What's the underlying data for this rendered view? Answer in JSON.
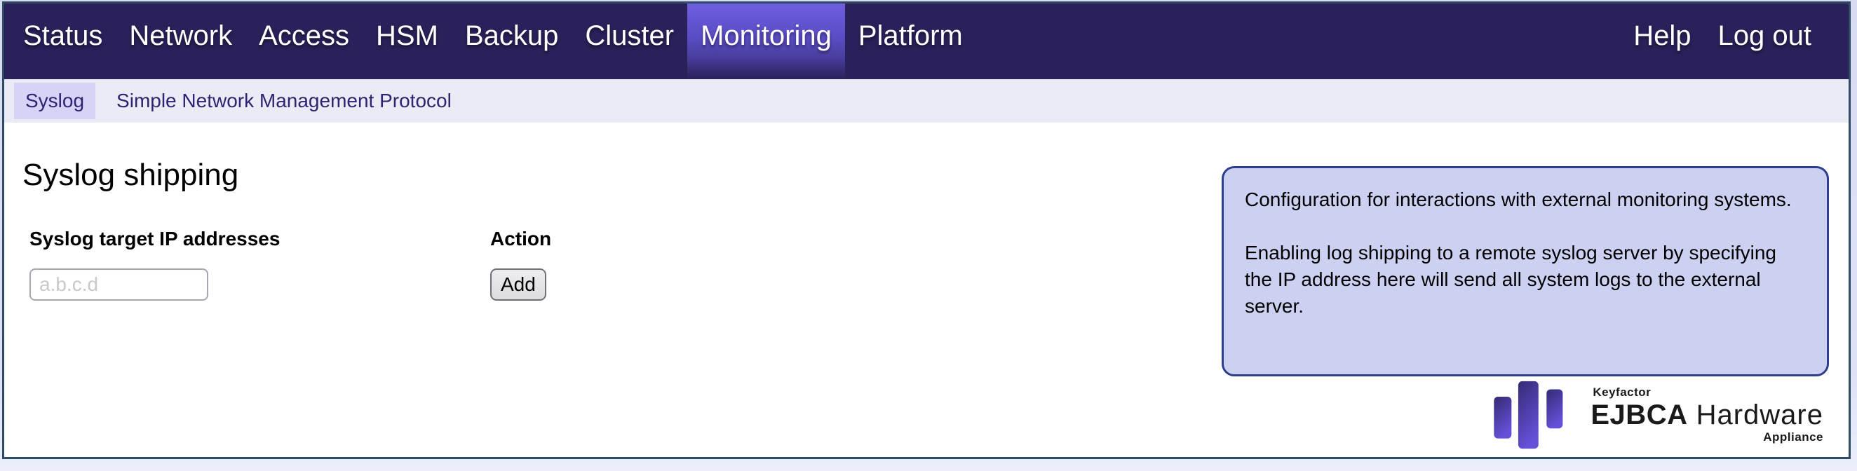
{
  "nav": {
    "items": [
      {
        "label": "Status",
        "active": false
      },
      {
        "label": "Network",
        "active": false
      },
      {
        "label": "Access",
        "active": false
      },
      {
        "label": "HSM",
        "active": false
      },
      {
        "label": "Backup",
        "active": false
      },
      {
        "label": "Cluster",
        "active": false
      },
      {
        "label": "Monitoring",
        "active": true
      },
      {
        "label": "Platform",
        "active": false
      }
    ],
    "right_items": [
      {
        "label": "Help"
      },
      {
        "label": "Log out"
      }
    ]
  },
  "subnav": {
    "items": [
      {
        "label": "Syslog",
        "active": true
      },
      {
        "label": "Simple Network Management Protocol",
        "active": false
      }
    ]
  },
  "main": {
    "heading": "Syslog shipping",
    "form": {
      "ip_label": "Syslog target IP addresses",
      "ip_value": "",
      "ip_placeholder": "a.b.c.d",
      "action_label": "Action",
      "add_button": "Add"
    }
  },
  "info_box": {
    "paragraphs": [
      "Configuration for interactions with external monitoring systems.",
      "Enabling log shipping to a remote syslog server by specifying the IP address here will send all system logs to the external server."
    ]
  },
  "logo": {
    "brand": "Keyfactor",
    "product_bold": "EJBCA",
    "product_regular": "Hardware",
    "suffix": "Appliance"
  },
  "colors": {
    "nav_background": "#2a215a",
    "nav_active_top": "#6e5fe0",
    "subnav_background": "#eaebf4",
    "subnav_active": "#d5d4f6",
    "subnav_text": "#2d2473",
    "info_box_background": "#ccd1f1",
    "info_box_border": "#2d3e8e",
    "page_border": "#2e4b63",
    "outer_background": "#d8dbf3",
    "logo_gradient_top": "#332b74",
    "logo_gradient_bottom": "#6550d8"
  }
}
